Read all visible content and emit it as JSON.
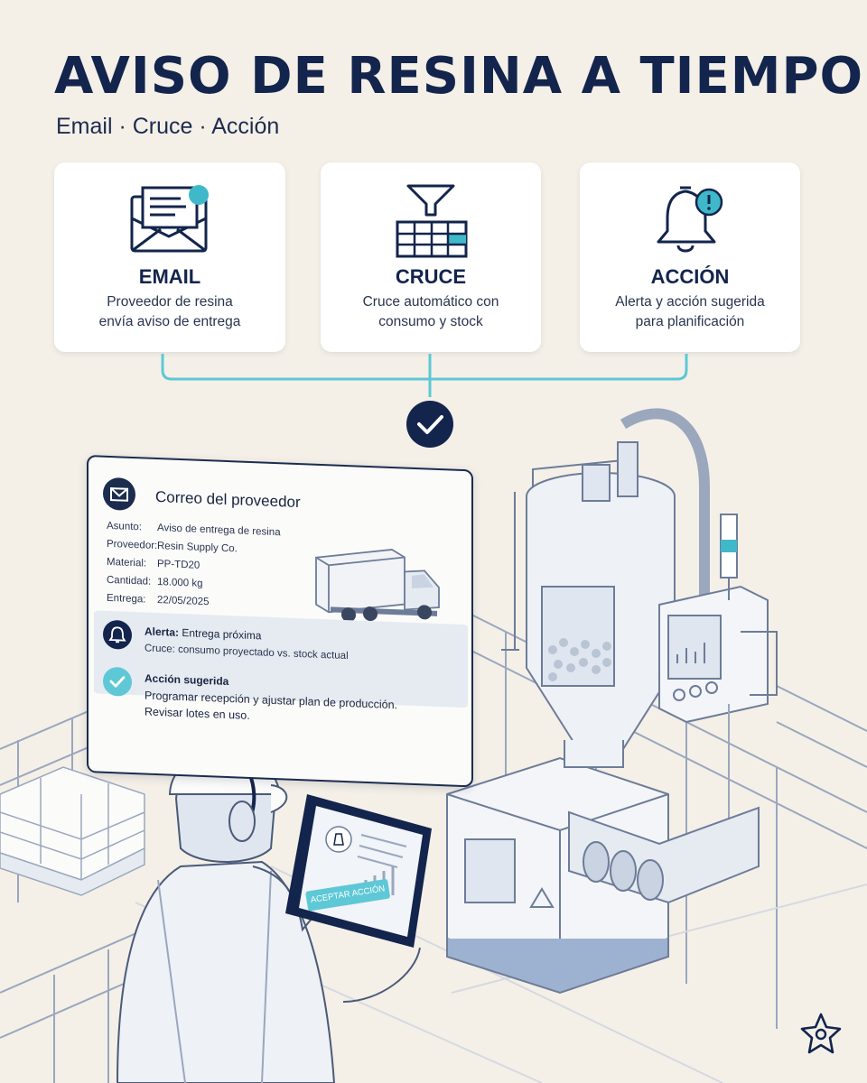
{
  "header": {
    "title": "AVISO DE RESINA A TIEMPO",
    "subtitle": "Email · Cruce · Acción"
  },
  "steps": [
    {
      "title": "EMAIL",
      "desc_line1": "Proveedor de resina",
      "desc_line2": "envía aviso de entrega",
      "icon": "envelope-icon"
    },
    {
      "title": "CRUCE",
      "desc_line1": "Cruce automático con",
      "desc_line2": "consumo y stock",
      "icon": "funnel-table-icon"
    },
    {
      "title": "ACCIÓN",
      "desc_line1": "Alerta y acción sugerida",
      "desc_line2": "para planificación",
      "icon": "bell-alert-icon"
    }
  ],
  "email_panel": {
    "title": "Correo del proveedor",
    "fields": [
      {
        "label": "Asunto:",
        "value": "Aviso de entrega de resina"
      },
      {
        "label": "Proveedor:",
        "value": "Resin Supply Co."
      },
      {
        "label": "Material:",
        "value": "PP-TD20"
      },
      {
        "label": "Cantidad:",
        "value": "18.000 kg"
      },
      {
        "label": "Entrega:",
        "value": "22/05/2025"
      }
    ],
    "alert": {
      "label": "Alerta:",
      "text": "Entrega próxima",
      "detail": "Cruce: consumo proyectado vs. stock actual"
    },
    "action": {
      "title": "Acción sugerida",
      "line1": "Programar recepción y ajustar plan de producción.",
      "line2": "Revisar lotes en uso."
    }
  },
  "tablet": {
    "button_label": "ACEPTAR ACCIÓN"
  },
  "colors": {
    "navy": "#13254d",
    "accent": "#3fb8c9",
    "background": "#f4f0e8"
  }
}
